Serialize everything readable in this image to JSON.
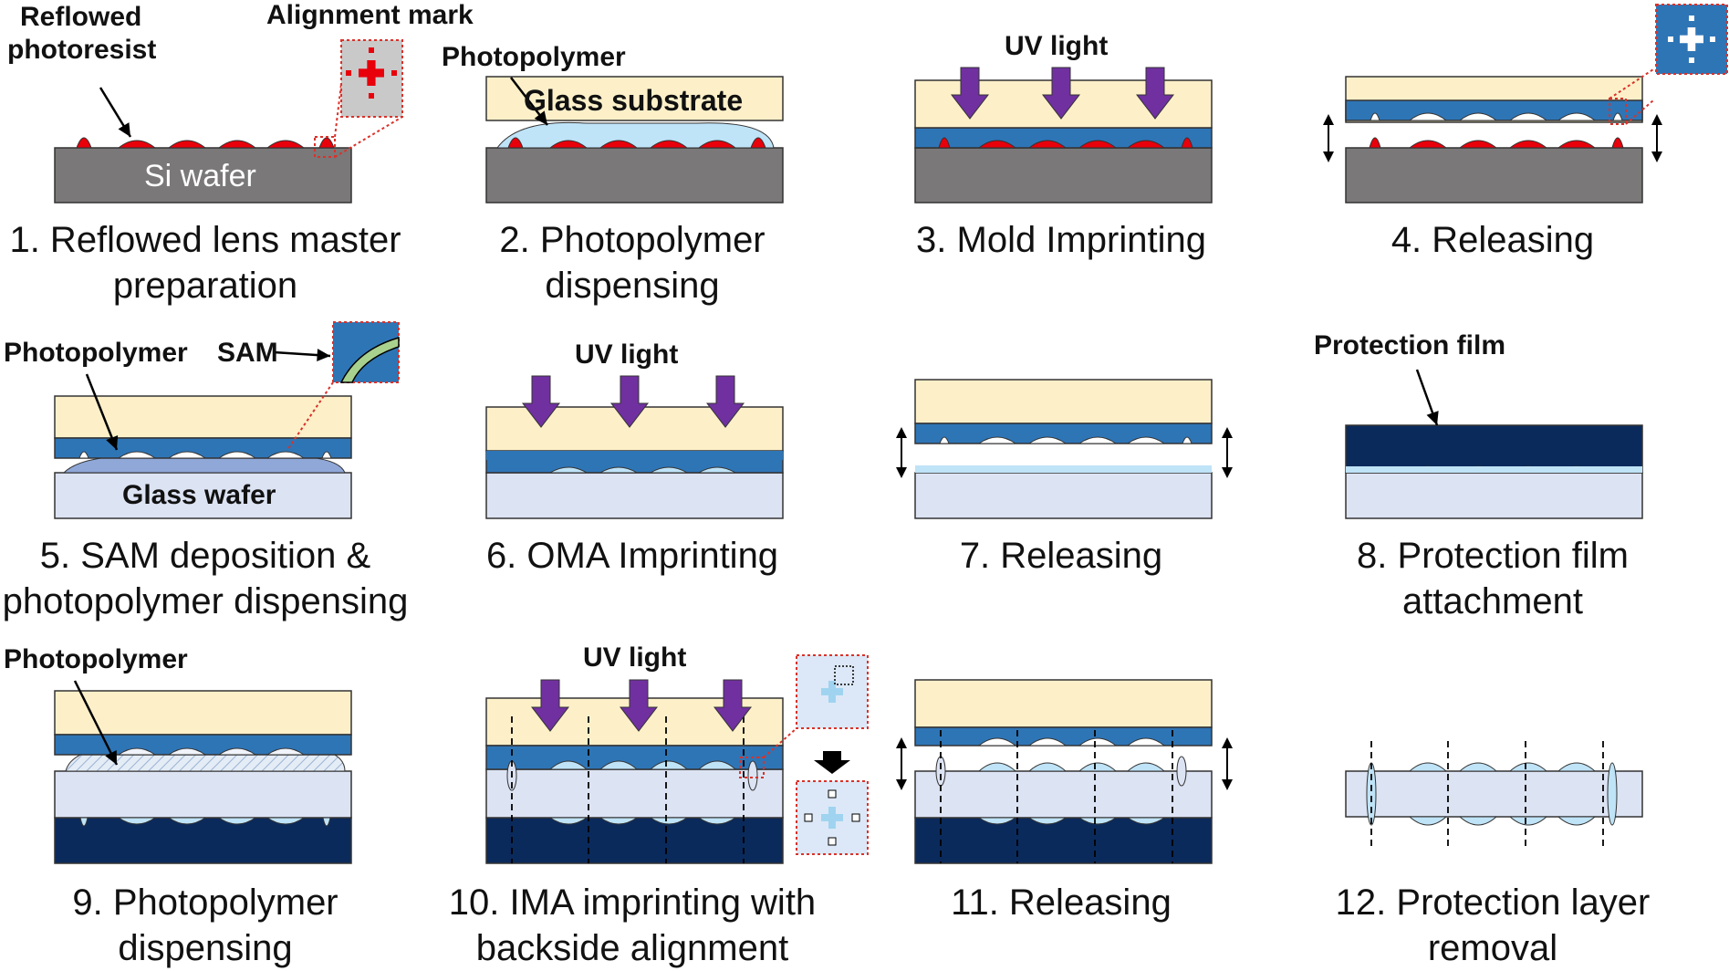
{
  "steps": [
    {
      "id": 1,
      "caption": "1. Reflowed lens master preparation"
    },
    {
      "id": 2,
      "caption": "2. Photopolymer dispensing"
    },
    {
      "id": 3,
      "caption": "3. Mold Imprinting"
    },
    {
      "id": 4,
      "caption": "4. Releasing"
    },
    {
      "id": 5,
      "caption": "5. SAM deposition & photopolymer dispensing"
    },
    {
      "id": 6,
      "caption": "6. OMA Imprinting"
    },
    {
      "id": 7,
      "caption": "7. Releasing"
    },
    {
      "id": 8,
      "caption": "8. Protection film attachment"
    },
    {
      "id": 9,
      "caption": "9. Photopolymer dispensing"
    },
    {
      "id": 10,
      "caption": "10. IMA imprinting with backside alignment"
    },
    {
      "id": 11,
      "caption": "11. Releasing"
    },
    {
      "id": 12,
      "caption": "12. Protection layer removal"
    }
  ],
  "labels": {
    "reflowed": "Reflowed photoresist",
    "alignment_mark": "Alignment mark",
    "si_wafer": "Si wafer",
    "photopolymer": "Photopolymer",
    "glass_substrate": "Glass substrate",
    "uv_light": "UV light",
    "sam": "SAM",
    "glass_wafer": "Glass wafer",
    "protection_film": "Protection film"
  },
  "colors": {
    "si": "#7a7878",
    "glass_substrate": "#fdf0c9",
    "mold": "#2e75b6",
    "glass_wafer": "#dce3f3",
    "lens": "#bfe3f7",
    "protection": "#0b2a5c",
    "photoresist": "#e8000b",
    "uv_arrow": "#7030a0",
    "mark_box": "#d9322a",
    "sam_green": "#a9d18e"
  }
}
